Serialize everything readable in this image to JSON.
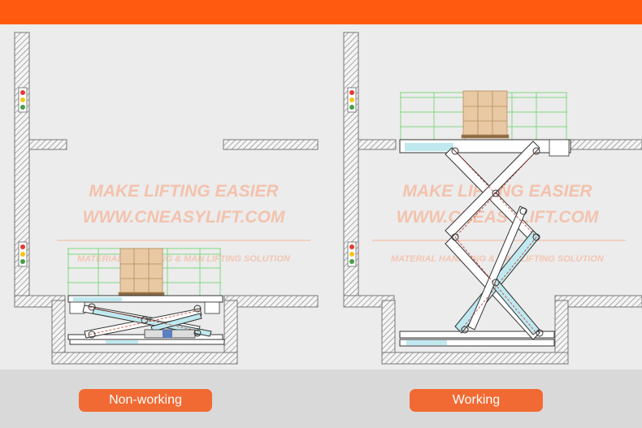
{
  "watermark": {
    "title": "MAKE LIFTING EASIER",
    "url": "WWW.CNEASYLIFT.COM",
    "tagline": "MATERIAL HANDLING & MAN LIFTING SOLUTION"
  },
  "labels": {
    "left": "Non-working",
    "right": "Working"
  },
  "colors": {
    "accent": "#ff5a0f",
    "pill": "#f26a33",
    "hatch": "#777777",
    "guardrail": "#7fd97f",
    "platform_fill": "#bfe8ef",
    "joint": "#c0392b",
    "boxes": "#e8c9a3",
    "signal_red": "#e53935",
    "signal_yellow": "#f5c518",
    "signal_green": "#43a047"
  }
}
